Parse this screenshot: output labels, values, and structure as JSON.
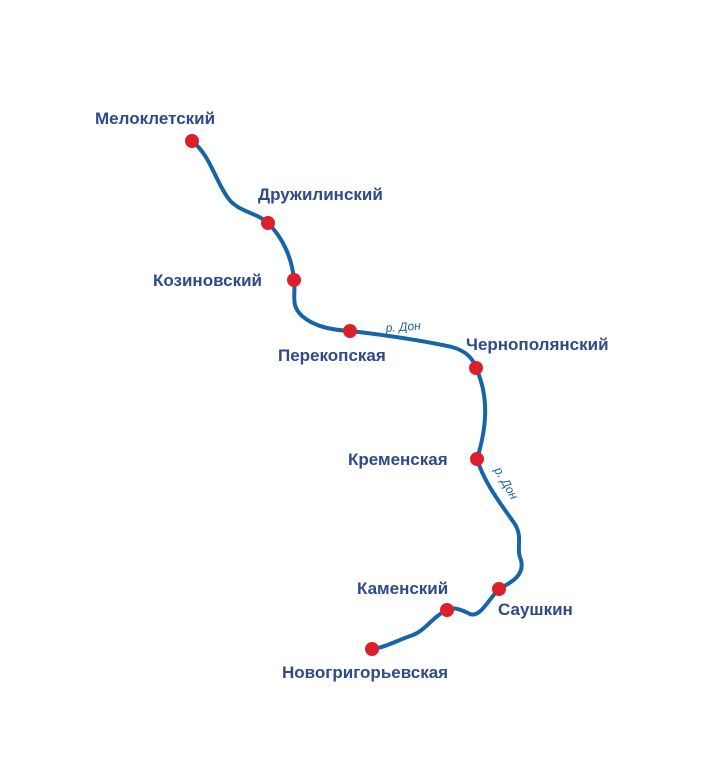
{
  "colors": {
    "river": "#1565a8",
    "station_fill": "#dc1f2b",
    "label": "#2f4a8a",
    "river_label": "#1565a8",
    "background": "#ffffff"
  },
  "river_labels": [
    "р. Дон",
    "р. Дон"
  ],
  "stations": [
    "Мелоклетский",
    "Дружилинский",
    "Козиновский",
    "Перекопская",
    "Чернополянский",
    "Кременская",
    "Саушкин",
    "Каменский",
    "Новогригорьевская"
  ]
}
